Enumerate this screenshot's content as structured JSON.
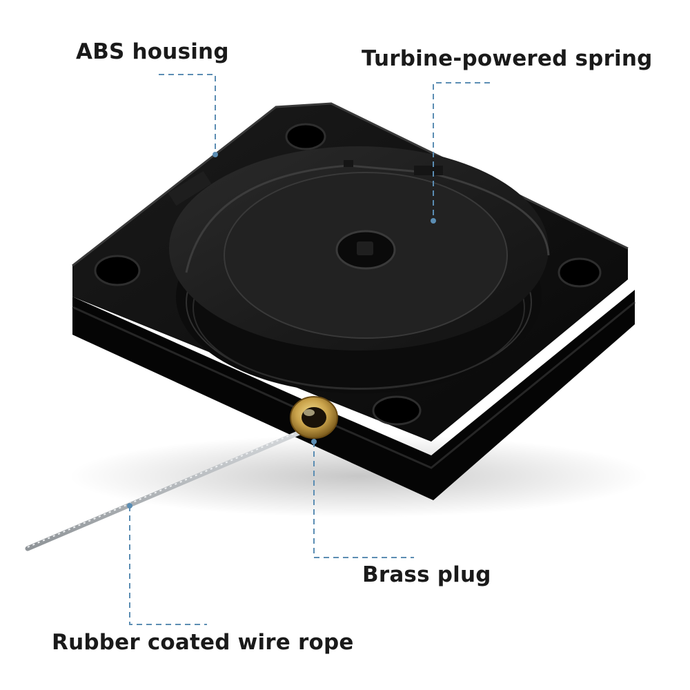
{
  "image": {
    "subject": "retractable wire rope reel",
    "colors": {
      "housing": "#0d0d0d",
      "cover": "#1f1f1f",
      "brass": "#c9a24a",
      "wire": "#b8bcc0",
      "leader_line": "#5b8db3"
    }
  },
  "callouts": {
    "abs_housing": "ABS housing",
    "turbine_spring": "Turbine-powered spring",
    "brass_plug": "Brass plug",
    "wire_rope": "Rubber coated wire rope"
  }
}
